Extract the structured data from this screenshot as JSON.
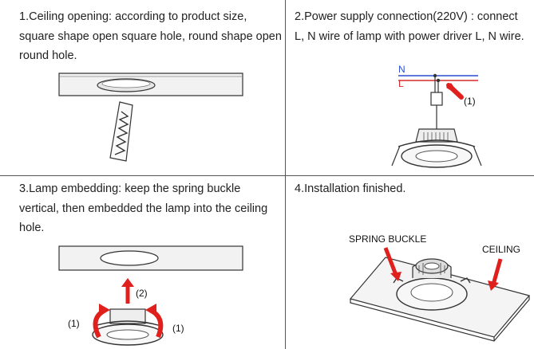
{
  "steps": [
    {
      "caption": "1.Ceiling opening: according to product size, square shape open square hole, round shape open round hole."
    },
    {
      "caption": "2.Power supply connection(220V) : connect L, N wire of lamp with power driver L, N wire.",
      "labels": {
        "n": "N",
        "l": "L",
        "callout": "(1)"
      }
    },
    {
      "caption": "3.Lamp embedding: keep the spring buckle vertical, then embedded the lamp into the ceiling hole.",
      "labels": {
        "left": "(1)",
        "right": "(1)",
        "up": "(2)"
      }
    },
    {
      "caption": "4.Installation finished.",
      "labels": {
        "spring": "SPRING BUCKLE",
        "ceiling": "CEILING"
      }
    }
  ],
  "colors": {
    "arrow": "#e0201c",
    "n_wire": "#2b4fd0",
    "l_wire": "#d62a2a",
    "grid": "#555555"
  }
}
